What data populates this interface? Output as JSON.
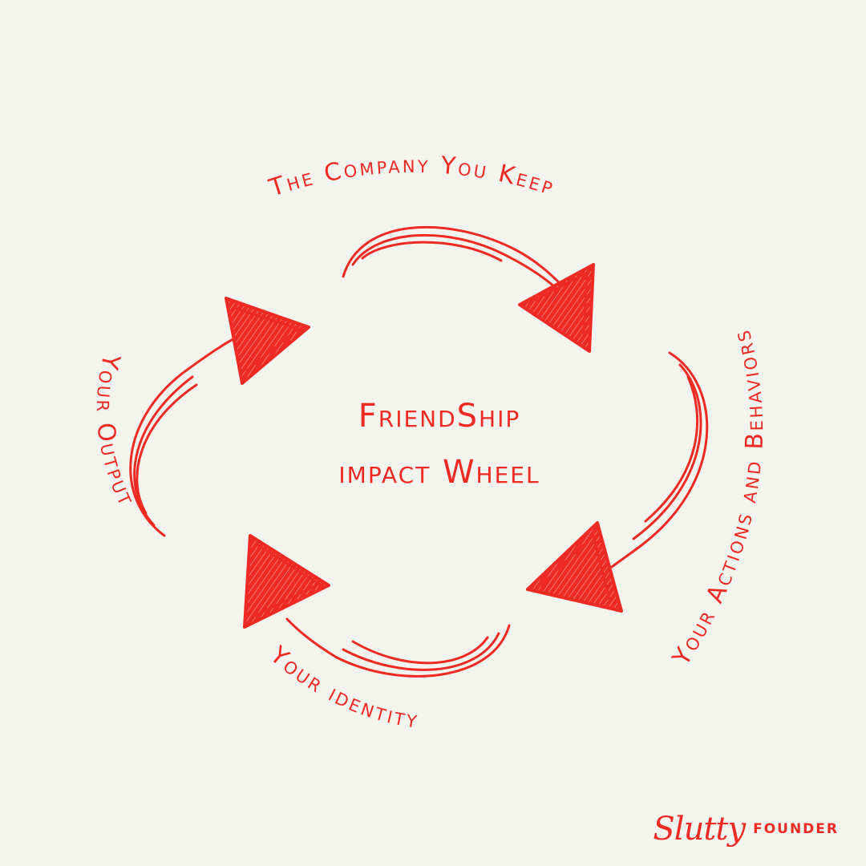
{
  "center": {
    "line1": "FriendShip",
    "line2": "impact Wheel"
  },
  "stages": {
    "top": "The Company You Keep",
    "right": "Your Actions and Behaviors",
    "bottom": "Your identity",
    "left": "Your Output"
  },
  "brand": {
    "script": "Slutty",
    "word": "FOUNDER"
  },
  "colors": {
    "ink": "#ee2a24",
    "background": "#f4f4ef"
  }
}
